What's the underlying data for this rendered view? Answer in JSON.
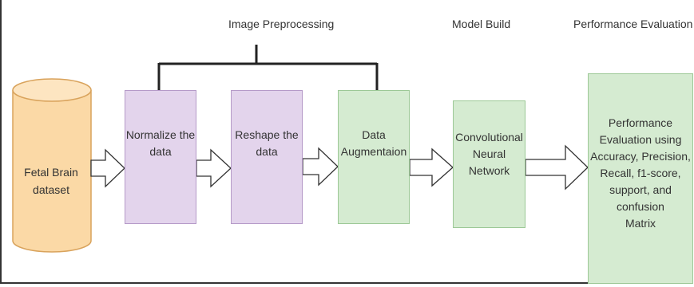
{
  "headers": {
    "image_preprocessing": "Image Preprocessing",
    "model_build": "Model Build",
    "performance_evaluation": "Performance Evaluation"
  },
  "nodes": {
    "dataset": "Fetal Brain\ndataset",
    "normalize": "Normalize the\ndata",
    "reshape": "Reshape the\ndata",
    "augmentation": "Data\nAugmentaion",
    "cnn": "Convolutional\nNeural\nNetwork",
    "evaluation": "Performance\nEvaluation using\nAccuracy, Precision,\nRecall, f1-score,\nsupport, and confusion\nMatrix"
  },
  "colors": {
    "cylinder_fill": "#fbd9a6",
    "cylinder_stroke": "#d9a35c",
    "preprocess_fill": "#e3d4ec",
    "model_fill": "#d5ebd1",
    "arrow_stroke": "#333333"
  }
}
